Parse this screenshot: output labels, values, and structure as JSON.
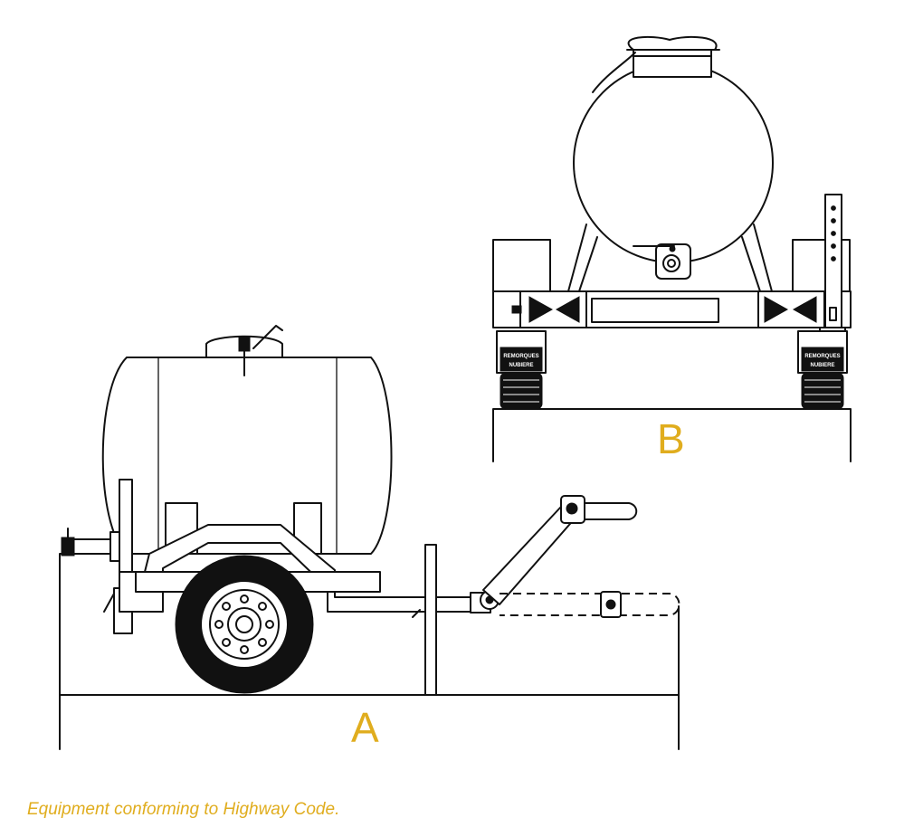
{
  "views": [
    {
      "id": "side",
      "label": "A"
    },
    {
      "id": "rear",
      "label": "B"
    }
  ],
  "brand_plate": {
    "line1": "REMORQUES",
    "line2": "NUBIERE"
  },
  "caption": "Equipment conforming to Highway Code.",
  "colors": {
    "accent": "#e0ad1e",
    "line": "#111111",
    "background": "#ffffff"
  }
}
